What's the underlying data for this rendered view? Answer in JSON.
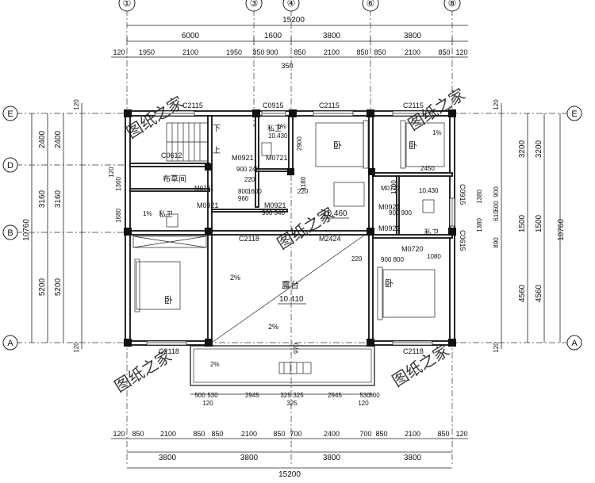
{
  "watermark": "图纸之家",
  "axes": {
    "top": [
      "①",
      "③",
      "④",
      "⑥",
      "⑧"
    ],
    "left": [
      "E",
      "D",
      "B",
      "A"
    ]
  },
  "dims": {
    "top_total": "15200",
    "top_row1": [
      "6000",
      "1600",
      "3800",
      "3800"
    ],
    "top_row2": [
      "120",
      "1950",
      "2100",
      "1950",
      "350",
      "900",
      "850",
      "2100",
      "850",
      "850",
      "2100",
      "850",
      "120"
    ],
    "top_sub": "350",
    "bottom_row1": [
      "120",
      "850",
      "2100",
      "850",
      "850",
      "2100",
      "850",
      "700",
      "2400",
      "700",
      "850",
      "2100",
      "850",
      "120"
    ],
    "bottom_row2": [
      "3800",
      "3800",
      "3800",
      "3800"
    ],
    "bottom_total": "15200",
    "left_outer": [
      "2400",
      "3160",
      "5200"
    ],
    "left_inner": [
      "2400",
      "3160",
      "5200"
    ],
    "left_total": "10760",
    "left_small": [
      "120",
      "120",
      "1360",
      "1680",
      "120",
      "120"
    ],
    "right_outer": [
      "3200",
      "1500",
      "4560"
    ],
    "right_inner": [
      "3200",
      "1500",
      "4560"
    ],
    "right_total": "10760",
    "right_small": [
      "120",
      "900",
      "1380",
      "1380",
      "890",
      "610",
      "600",
      "900",
      "120"
    ],
    "balcony": [
      "500",
      "530",
      "2945",
      "325",
      "325",
      "2945",
      "530",
      "500"
    ],
    "balcony_bottom": [
      "120",
      "325",
      "120"
    ]
  },
  "rooms": {
    "stair_down": "下",
    "stair_up": "上",
    "closet": "布草间",
    "bath": "私卫",
    "bedroom": "卧",
    "terrace": "露台",
    "terrace_level": "10.410",
    "level_main": "10.460",
    "level_bath": "10.430",
    "slope": "2%",
    "slope1": "1%"
  },
  "labels": {
    "c2115": "C2115",
    "c0915": "C0915",
    "c2118": "C2118",
    "c0615": "C0615",
    "c0612": "C0612",
    "m0921": "M0921",
    "m0721": "M0721",
    "m0720": "M0720",
    "m2424": "M2424",
    "dim220": "220",
    "dim900_240": "900  240",
    "dim2900": "2900",
    "dim2450": "2450",
    "dim1180": "1180",
    "dim1700": "1700",
    "dim1080": "1080",
    "dim970": "970",
    "dim1600": "1600",
    "dim800": "800",
    "dim960": "960",
    "dim900_800": "900 800",
    "dim900_340": "900  340",
    "dim220_1": "220",
    "dim900_900": "900 900"
  }
}
